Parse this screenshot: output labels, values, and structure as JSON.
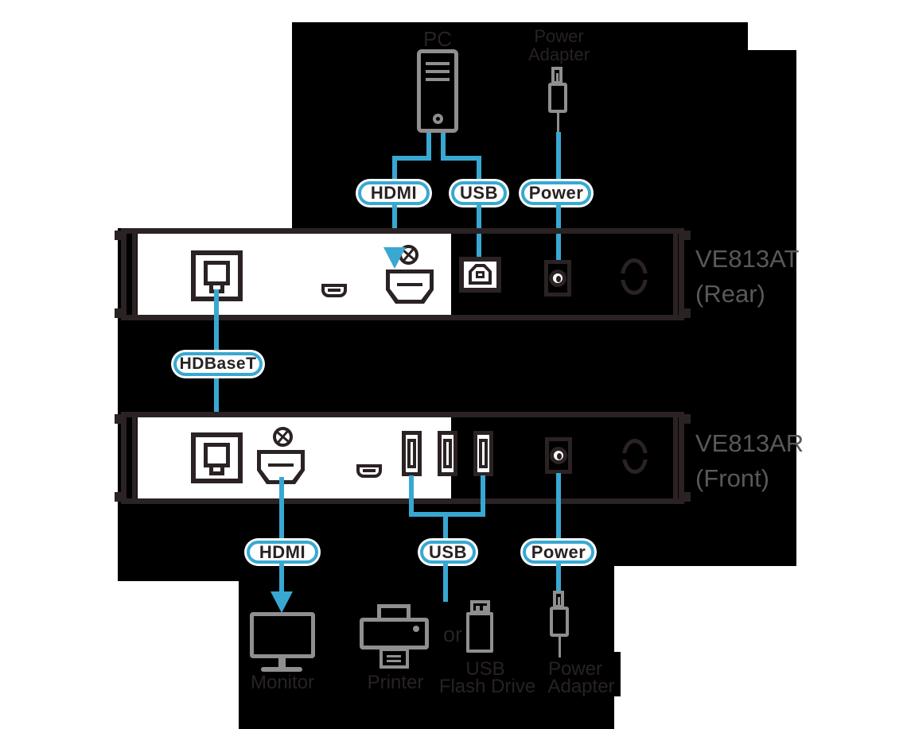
{
  "colors": {
    "cable_cyan": "#38a8d2",
    "line_dark": "#2b2223",
    "text_dark": "#282223",
    "icon_gray": "#8f8f8f",
    "label_gray": "#5a5858",
    "backdrop": "#000000",
    "surface": "#ffffff"
  },
  "top": {
    "pc_label": "PC",
    "power_adapter_label": {
      "line1": "Power",
      "line2": "Adapter"
    }
  },
  "pills": {
    "hdmi": "HDMI",
    "usb": "USB",
    "power": "Power",
    "hdbaset": "HDBaseT"
  },
  "devices": [
    {
      "model": "VE813AT",
      "view_label": "(Rear)"
    },
    {
      "model": "VE813AR",
      "view_label": "(Front)"
    }
  ],
  "bottom": {
    "monitor_label": "Monitor",
    "printer_label": "Printer",
    "or_label": "or",
    "flash_drive_label": {
      "line1": "USB",
      "line2": "Flash Drive"
    },
    "power_adapter_label": {
      "line1": "Power",
      "line2": "Adapter"
    }
  }
}
